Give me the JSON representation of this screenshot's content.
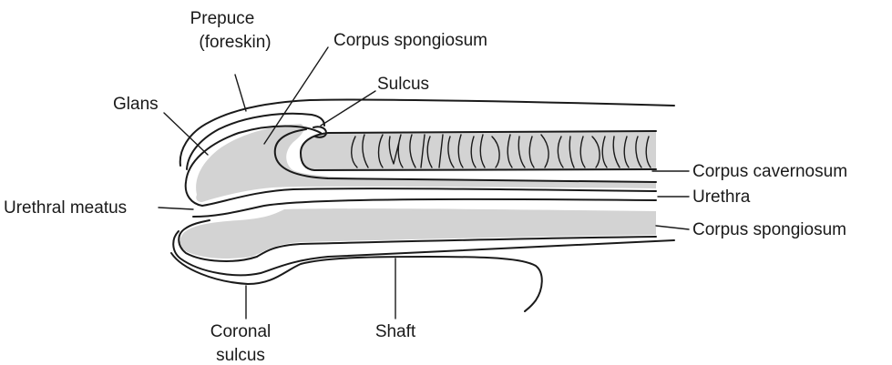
{
  "labels": {
    "prepuce_line1": "Prepuce",
    "prepuce_line2": "(foreskin)",
    "corpus_spongiosum_top": "Corpus spongiosum",
    "sulcus": "Sulcus",
    "glans": "Glans",
    "corpus_cavernosum": "Corpus cavernosum",
    "urethral_meatus": "Urethral meatus",
    "urethra": "Urethra",
    "corpus_spongiosum_right": "Corpus spongiosum",
    "coronal_line1": "Coronal",
    "coronal_line2": "sulcus",
    "shaft": "Shaft"
  },
  "colors": {
    "ink": "#1a1a1a",
    "tissue_fill": "#d3d3d3",
    "background": "#ffffff"
  }
}
